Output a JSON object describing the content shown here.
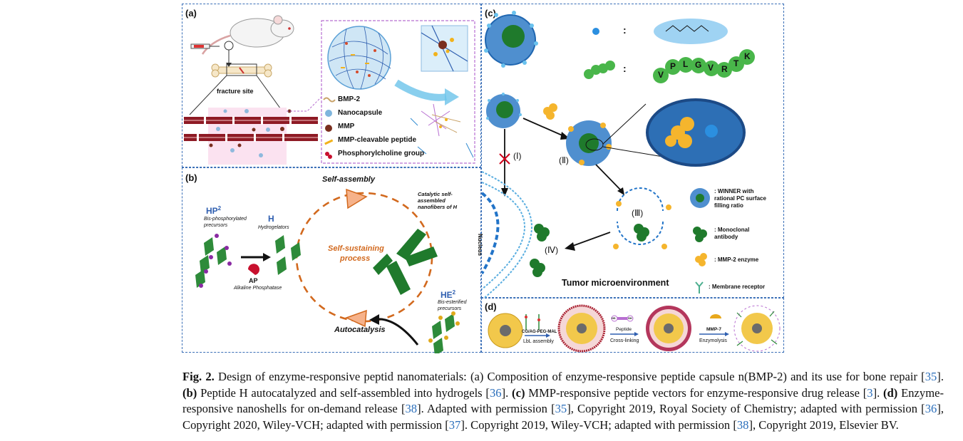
{
  "panel_a": {
    "label": "(a)",
    "fracture_site": "fracture site",
    "legend": [
      {
        "text": "BMP-2",
        "color": "#c9a36a"
      },
      {
        "text": "Nanocapsule",
        "color": "#7fb6dd"
      },
      {
        "text": "MMP",
        "color": "#7a2e1e"
      },
      {
        "text": "MMP-cleavable peptide",
        "color": "#f2b21b"
      },
      {
        "text": "Phosphorylcholine group",
        "color": "#c8102e"
      }
    ]
  },
  "panel_b": {
    "label": "(b)",
    "self_assembly": "Self-assembly",
    "hp2_main": "HP",
    "hp2_sup": "2",
    "hp2_sub": "Bis-phosphorylated precursors",
    "h_main": "H",
    "h_sub": "Hydrogelators",
    "ap": "AP",
    "ap_sub": "Alkaline Phosphatase",
    "self_sustaining_1": "Self-sustaining",
    "self_sustaining_2": "process",
    "catalytic_1": "Catalytic self-",
    "catalytic_2": "assembled",
    "catalytic_3": "nanofibers of H",
    "he2_main": "HE",
    "he2_sup": "2",
    "he2_sub_1": "Bis-esterified",
    "he2_sub_2": "precursors",
    "autocatalysis": "Autocatalysis"
  },
  "panel_c": {
    "label": "(c)",
    "colon": ":",
    "peptide_letters": [
      "V",
      "P",
      "L",
      "G",
      "V",
      "R",
      "T",
      "K"
    ],
    "route_1": "(Ⅰ)",
    "route_2": "(Ⅱ)",
    "route_3": "(Ⅲ)",
    "route_4": "(Ⅳ)",
    "nucleus": "Nucleus",
    "tumor_env": "Tumor microenvironment",
    "legend": [
      {
        "lines": [
          ": WINNER with",
          "rational PC surface",
          "filling ratio"
        ]
      },
      {
        "lines": [
          ": Monoclonal",
          "antibody"
        ]
      },
      {
        "lines": [
          ": MMP-2 enzyme"
        ]
      },
      {
        "lines": [
          ": Membrane receptor"
        ]
      }
    ]
  },
  "panel_d": {
    "label": "(d)",
    "step1_top": "CG/AG-PEG-MAL",
    "step1_bottom": "LbL assembly",
    "step2_top": "Peptide",
    "step2_bottom": "Cross-linking",
    "step3_top": "MMP-7",
    "step3_bottom": "Enzymolysis",
    "hs": "HS",
    "sh": "SH"
  },
  "caption": {
    "fig": "Fig. 2.",
    "p1": " Design of enzyme-responsive peptid nanomaterials: (a) Composition of enzyme-responsive peptide capsule n(BMP-2) and its use for bone repair [",
    "r35": "35",
    "p2": "]. ",
    "b_label": "(b)",
    "p3": " Peptide H autocatalyzed and self-assembled into hydrogels [",
    "r36": "36",
    "p4": "]. ",
    "c_label": "(c)",
    "p5": " MMP-responsive peptide vectors for enzyme-responsive drug release [",
    "r3": "3",
    "p6": "]. ",
    "d_label": "(d)",
    "p7": " Enzyme-responsive nanoshells for on-demand release [",
    "r38": "38",
    "p8": "]. Adapted with permission [",
    "r35b": "35",
    "p9": "], Copyright 2019, Royal Society of Chemistry; adapted with permission [",
    "r36b": "36",
    "p10": "], Copyright 2020, Wiley-VCH; adapted with permission [",
    "r37": "37",
    "p11": "]. Copyright 2019, Wiley-VCH; adapted with permission [",
    "r38b": "38",
    "p12": "], Copyright 2019, Elsevier BV."
  }
}
